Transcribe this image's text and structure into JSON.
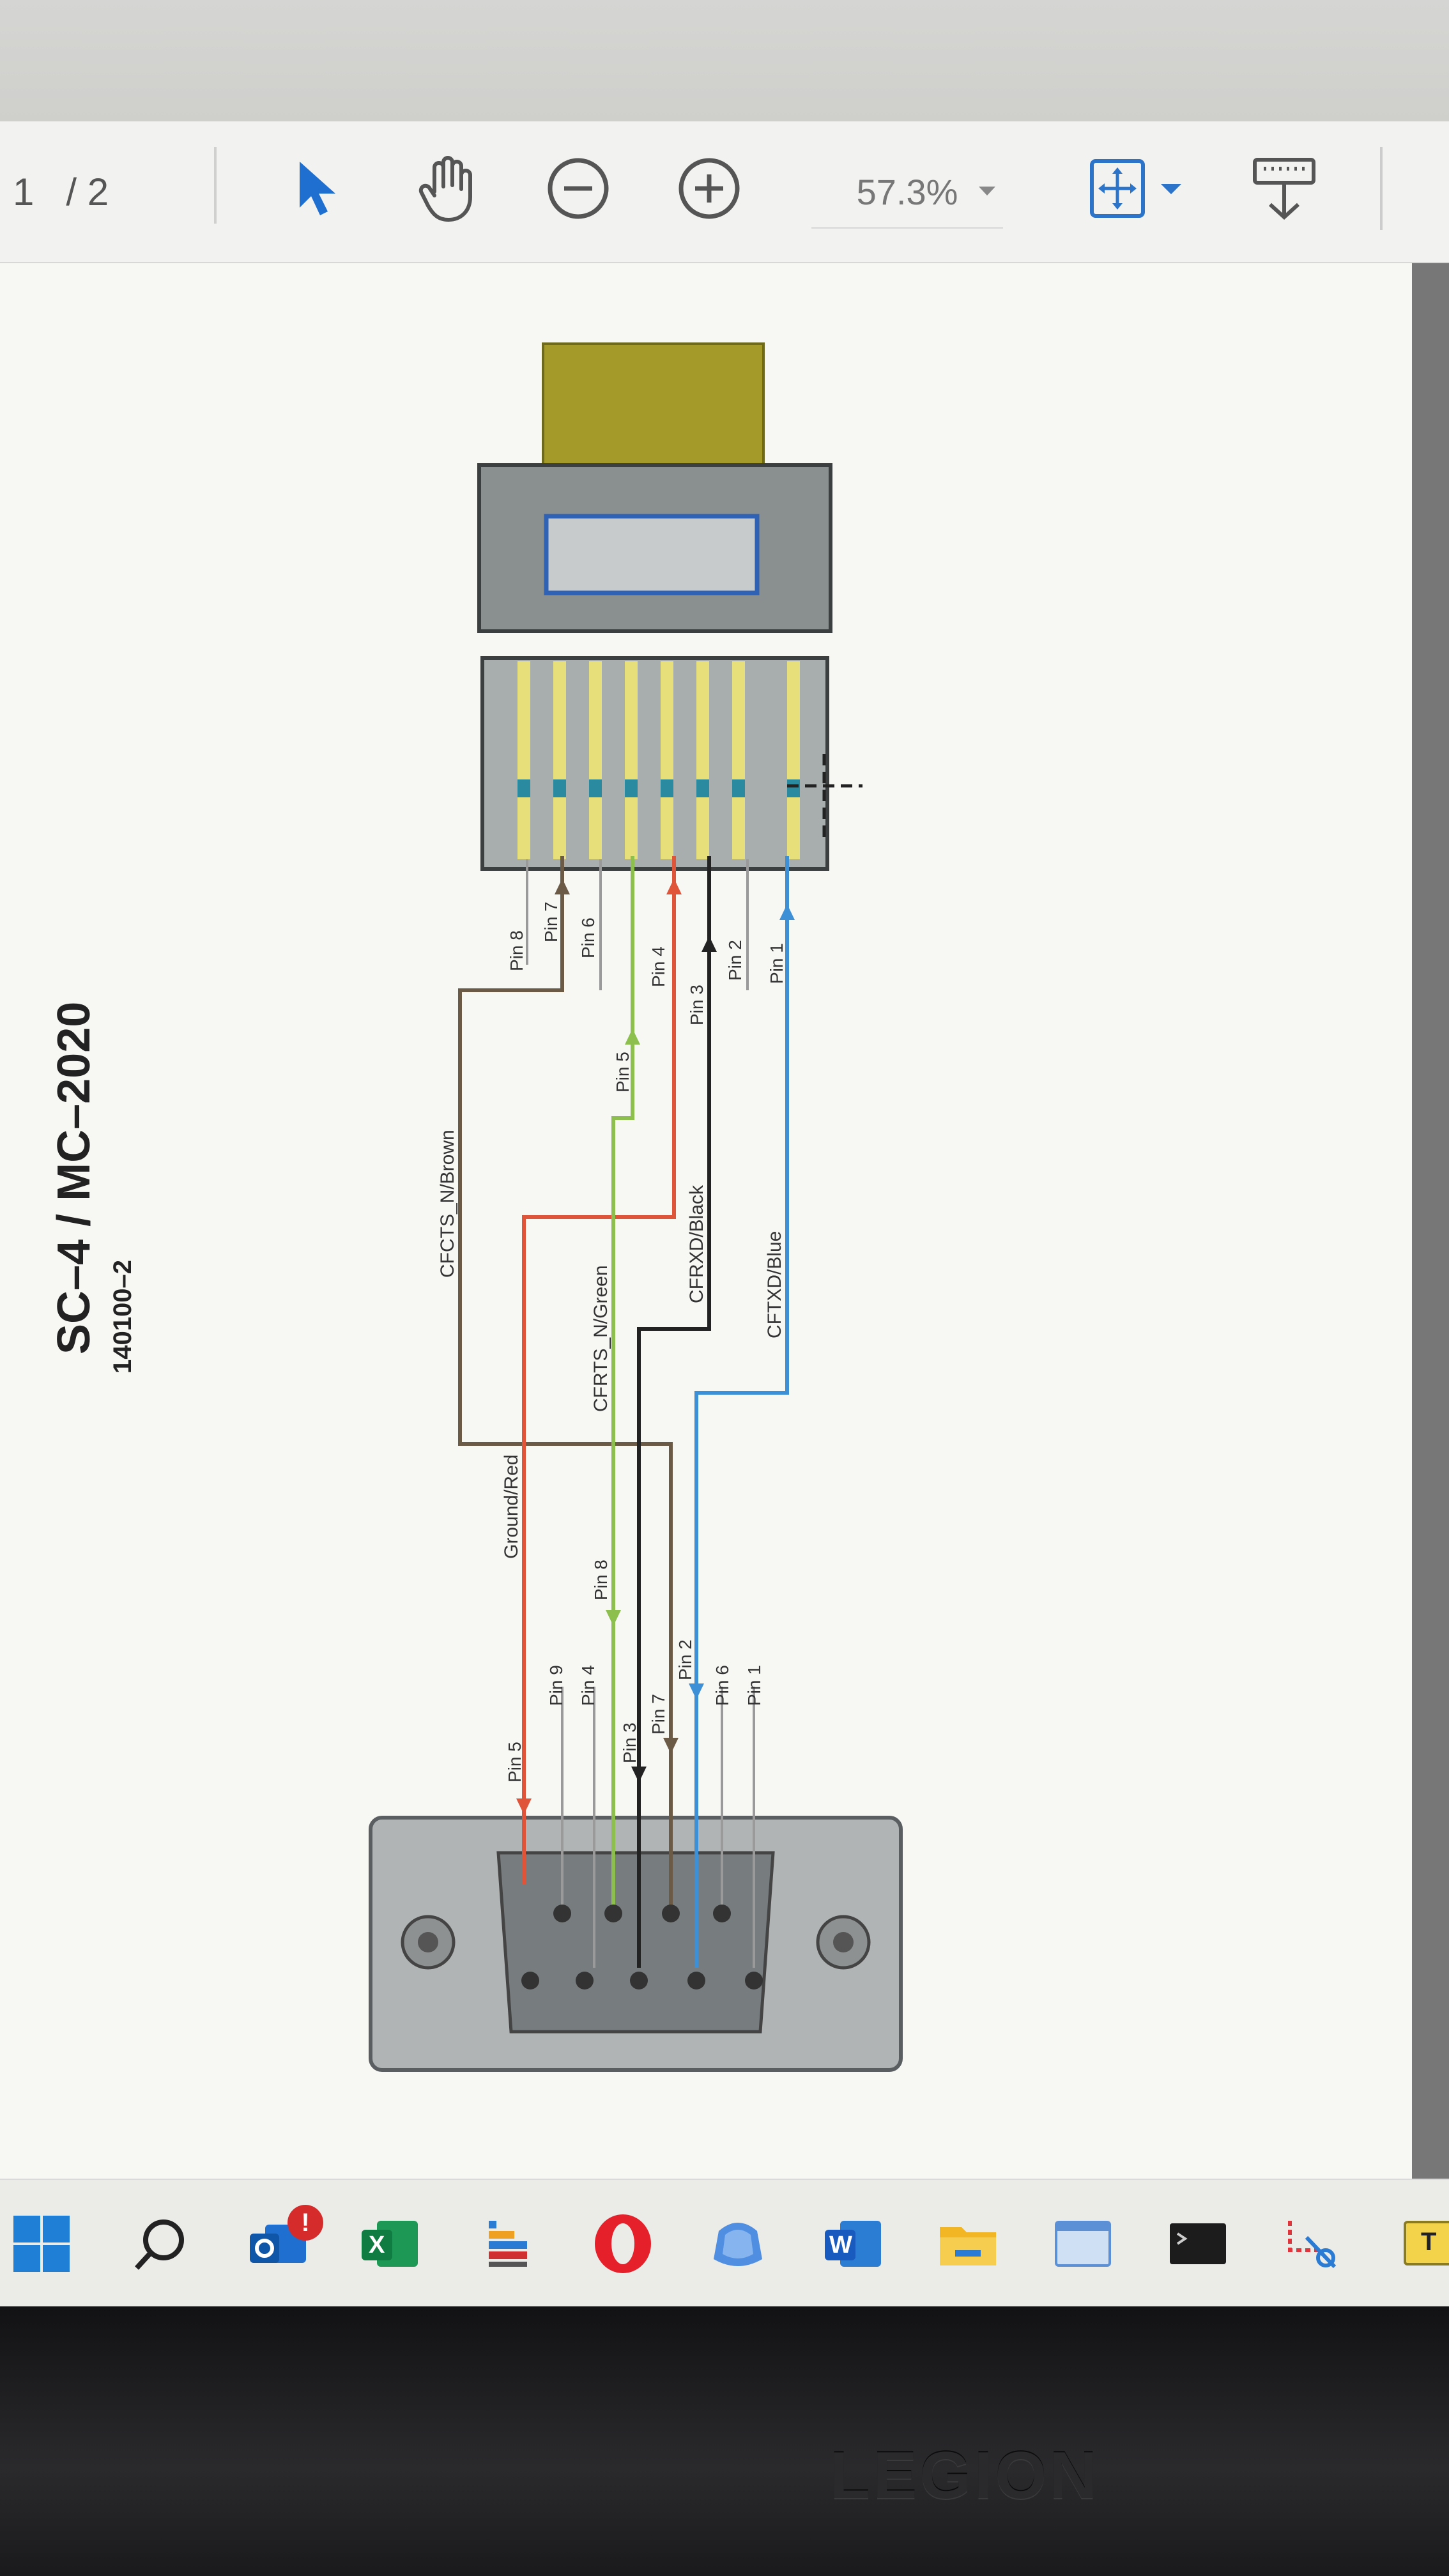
{
  "toolbar": {
    "page_current": "1",
    "page_total": "/ 2",
    "zoom": "57.3%"
  },
  "document": {
    "title": "SC–4 / MC–2020",
    "part_number": "140100–2"
  },
  "wires": {
    "cfcts": "CFCTS_N/Brown",
    "ground": "Ground/Red",
    "cfrts": "CFRTS_N/Green",
    "cfrxd": "CFRXD/Black",
    "cftxd": "CFTXD/Blue"
  },
  "rj45_pins": {
    "p8": "Pin 8",
    "p7": "Pin 7",
    "p6": "Pin 6",
    "p5": "Pin 5",
    "p4": "Pin 4",
    "p3": "Pin 3",
    "p2": "Pin 2",
    "p1": "Pin 1"
  },
  "db9_pins": {
    "p5": "Pin 5",
    "p9": "Pin 9",
    "p4": "Pin 4",
    "p8": "Pin 8",
    "p3": "Pin 3",
    "p7": "Pin 7",
    "p2": "Pin 2",
    "p6": "Pin 6",
    "p1": "Pin 1"
  },
  "wire_colors": {
    "brown": "#6b5a45",
    "red": "#e0553a",
    "green": "#8cbf4e",
    "black": "#222222",
    "blue": "#3d8fd6",
    "gray": "#9a9a9a"
  },
  "taskbar": {
    "items": [
      "start-icon",
      "search-icon",
      "outlook-icon",
      "excel-icon",
      "network-app-icon",
      "opera-icon",
      "blue-app-icon",
      "word-icon",
      "file-explorer-icon",
      "window-app-icon",
      "terminal-icon",
      "snipping-tool-icon",
      "text-app-icon"
    ],
    "outlook_badge": "!",
    "excel_letter": "X",
    "word_letter": "W",
    "text_app_letter": "T"
  },
  "bezel": {
    "brand": "LEGION"
  }
}
